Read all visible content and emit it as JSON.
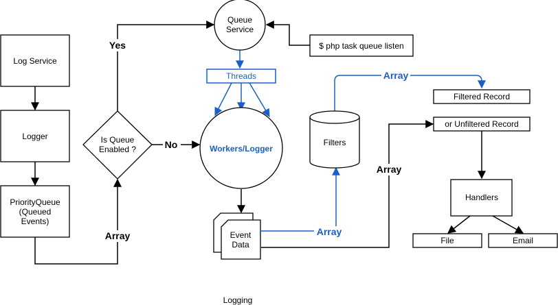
{
  "diagram": {
    "caption": "Logging",
    "nodes": {
      "log_service": "Log Service",
      "logger": "Logger",
      "priority_queue": [
        "PriorityQueue",
        "(Queued",
        "Events)"
      ],
      "is_queue_enabled": [
        "Is Queue",
        "Enabled ?"
      ],
      "queue_service": [
        "Queue",
        "Service"
      ],
      "php_cmd": "$ php task queue listen",
      "threads": "Threads",
      "workers_logger": "Workers/Logger",
      "event_data": [
        "Event",
        "Data"
      ],
      "filters": "Filters",
      "filtered_record": "Filtered Record",
      "unfiltered_record": "or Unfiltered Record",
      "handlers": "Handlers",
      "file": "File",
      "email": "Email"
    },
    "edges": {
      "yes": "Yes",
      "no": "No",
      "array_pq": "Array",
      "array_event_filters": "Array",
      "array_filters_record": "Array",
      "array_event_unfiltered": "Array"
    },
    "colors": {
      "accent": "#1a5fc7",
      "stroke": "#000000"
    }
  }
}
